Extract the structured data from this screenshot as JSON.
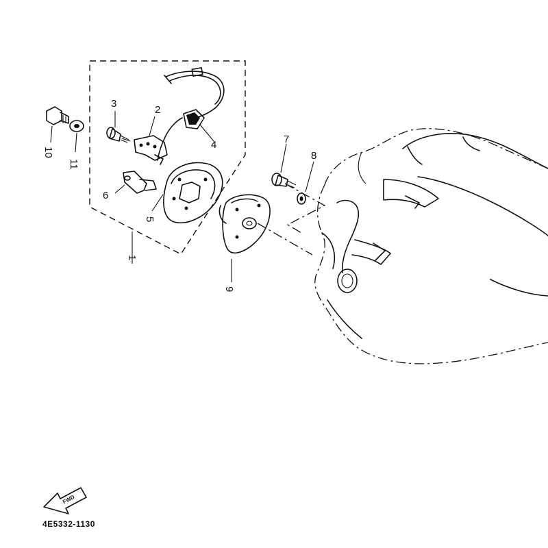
{
  "labels": {
    "p1": "1",
    "p2": "2",
    "p3": "3",
    "p4": "4",
    "p5": "5",
    "p6": "6",
    "p7": "7",
    "p8": "8",
    "p9": "9",
    "p10": "10",
    "p11": "11"
  },
  "find_arrow_text": "FWD",
  "reference_code": "4E5332-1130"
}
